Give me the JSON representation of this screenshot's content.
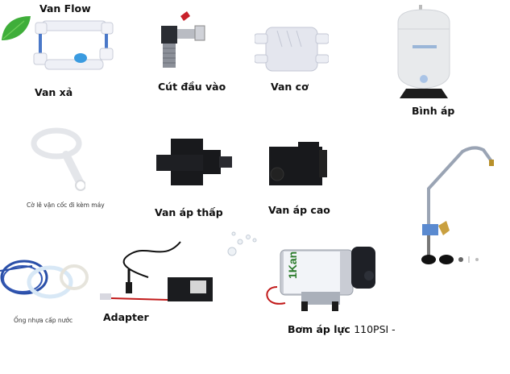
{
  "products": [
    {
      "id": "van-flow",
      "label": "Van Flow"
    },
    {
      "id": "van-xa",
      "label": "Van xả"
    },
    {
      "id": "cut-dau-vao",
      "label": "Cút đầu vào"
    },
    {
      "id": "van-co",
      "label": "Van cơ"
    },
    {
      "id": "binh-ap",
      "label": "Bình áp"
    },
    {
      "id": "co-le",
      "label": "Cờ lê vặn cốc đi kèm máy"
    },
    {
      "id": "van-ap-thap",
      "label": "Van áp thấp"
    },
    {
      "id": "van-ap-cao",
      "label": "Van áp cao"
    },
    {
      "id": "ong-nhua",
      "label": "Ống nhựa cấp nước"
    },
    {
      "id": "adapter",
      "label": "Adapter"
    },
    {
      "id": "bom-ap-luc",
      "label": "Bơm áp lực",
      "spec": "110PSI -"
    },
    {
      "id": "voi-nuoc",
      "label": ""
    }
  ],
  "pump_brand": "1Kan",
  "colors": {
    "background": "#ffffff",
    "label": "#111111",
    "leaf": "#3fae3a",
    "pipe_blue": "#2a4fa8",
    "valve_blue": "#3a9be0",
    "tank": "#e8eaec"
  }
}
